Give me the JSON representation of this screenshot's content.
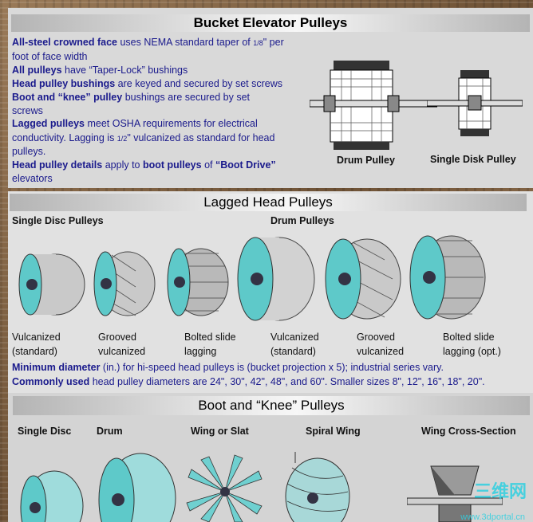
{
  "top": {
    "title": "Bucket Elevator Pulleys",
    "l1_b": "All-steel crowned face",
    "l1_r": " uses NEMA standard taper of ",
    "l1_f": "1/8",
    "l1_e": "\" per",
    "l2": "foot of face width",
    "l3_b": "All pulleys",
    "l3_r": " have “Taper-Lock” bushings",
    "l4_b": "Head pulley bushings",
    "l4_r": " are keyed and secured by set screws",
    "l5_b": "Boot and “knee” pulley",
    "l5_r": " bushings are secured by set",
    "l6": "screws",
    "l7_b": "Lagged pulleys",
    "l7_r": " meet OSHA requirements for electrical",
    "l8_a": "conductivity. Lagging is ",
    "l8_f": "1/2",
    "l8_e": "\" vulcanized as standard for head",
    "l9": "pulleys.",
    "l10_b": "Head pulley details",
    "l10_r": " apply to ",
    "l10_b2": "boot pulleys",
    "l10_r2": " of ",
    "l10_b3": "“Boot Drive”",
    "l11": "elevators",
    "drum_caption": "Drum Pulley",
    "disk_caption": "Single Disk Pulley"
  },
  "lagged": {
    "title": "Lagged Head Pulleys",
    "group1": "Single Disc Pulleys",
    "group2": "Drum Pulleys",
    "labels": [
      {
        "a": "Vulcanized",
        "b": "(standard)"
      },
      {
        "a": "Grooved",
        "b": "vulcanized"
      },
      {
        "a": "Bolted slide",
        "b": "lagging"
      },
      {
        "a": "Vulcanized",
        "b": "(standard)"
      },
      {
        "a": "Grooved",
        "b": "vulcanized"
      },
      {
        "a": "Bolted slide",
        "b": "lagging (opt.)"
      }
    ],
    "min_b": "Minimum diameter",
    "min_r": " (in.) for hi-speed head pulleys is (bucket projection x 5); industrial series vary.",
    "com_b": "Commonly used",
    "com_r": " head pulley diameters are 24\", 30\", 42\", 48\", and 60\". Smaller sizes 8\", 12\", 16\", 18\", 20\"."
  },
  "boot": {
    "title": "Boot and “Knee” Pulleys",
    "labels": [
      "Single Disc",
      "Drum",
      "Wing or Slat",
      "Spiral Wing",
      "Wing Cross-Section"
    ]
  },
  "watermark": {
    "main": "三维网",
    "sub": "www.3dportal.cn"
  }
}
